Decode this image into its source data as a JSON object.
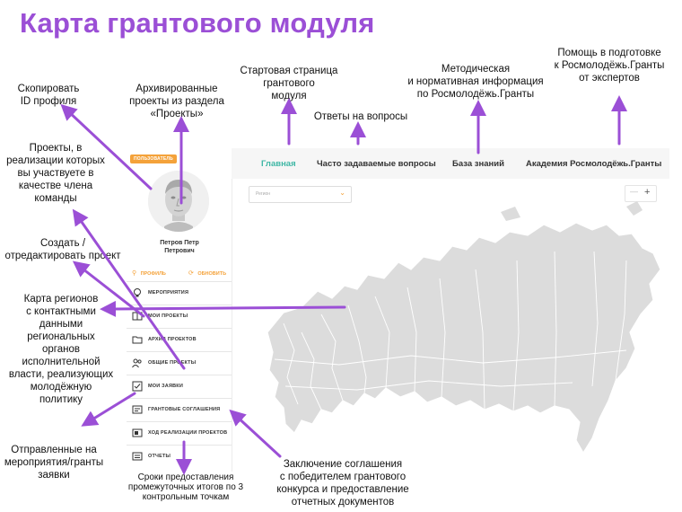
{
  "page": {
    "title": "Карта грантового модуля"
  },
  "sidebar": {
    "badge": "ПОЛЬЗОВАТЕЛЬ",
    "user_name": "Петров Петр\nПетрович",
    "profile_button": "ПРОФИЛЬ",
    "refresh_button": "ОБНОВИТЬ",
    "items": [
      {
        "label": "МЕРОПРИЯТИЯ",
        "icon": "lightbulb-icon"
      },
      {
        "label": "МОИ ПРОЕКТЫ",
        "icon": "project-book-icon"
      },
      {
        "label": "АРХИВ ПРОЕКТОВ",
        "icon": "folder-icon"
      },
      {
        "label": "ОБЩИЕ ПРОЕКТЫ",
        "icon": "people-icon"
      },
      {
        "label": "МОИ ЗАЯВКИ",
        "icon": "checkbox-icon"
      },
      {
        "label": "ГРАНТОВЫЕ СОГЛАШЕНИЯ",
        "icon": "agreement-icon"
      },
      {
        "label": "ХОД РЕАЛИЗАЦИИ ПРОЕКТОВ",
        "icon": "progress-icon"
      },
      {
        "label": "ОТЧЕТЫ",
        "icon": "report-icon"
      }
    ]
  },
  "topnav": {
    "tabs": [
      {
        "label": "Главная",
        "active": true
      },
      {
        "label": "Часто задаваемые вопросы",
        "active": false
      },
      {
        "label": "База знаний",
        "active": false
      },
      {
        "label": "Академия Росмолодёжь.Гранты",
        "active": false
      }
    ],
    "region_select_placeholder": "Регион",
    "zoom_out": "—",
    "zoom_in": "+"
  },
  "annotations": {
    "copy_id": "Скопировать\nID профиля",
    "archived": "Архивированные\nпроекты из раздела\n«Проекты»",
    "start_page": "Стартовая страница\nгрантового\nмодуля",
    "faq": "Ответы на вопросы",
    "methodical": "Методическая\nи нормативная информация\nпо Росмолодёжь.Гранты",
    "help": "Помощь в подготовке\nк Росмолодёжь.Гранты\nот экспертов",
    "team_projects": "Проекты, в\nреализации которых\nвы участвуете в\nкачестве члена\nкоманды",
    "create_project": "Создать /\nотредактировать проект",
    "regions_map": "Карта регионов\nс контактными\nданными\nрегиональных\nорганов\nисполнительной\nвласти, реализующих\nмолодёжную\nполитику",
    "sent_applications": "Отправленные на\nмероприятия/гранты\nзаявки",
    "reports_deadline": "Сроки предоставления\nпромежуточных итогов по 3\nконтрольным точкам",
    "agreement": "Заключение соглашения\nс победителем грантового\nконкурса и предоставление\nотчетных документов"
  },
  "colors": {
    "accent": "#9b4fd6",
    "active_tab": "#3fb7a5",
    "badge": "#f4a23a",
    "map_fill": "#dcdcdc"
  }
}
